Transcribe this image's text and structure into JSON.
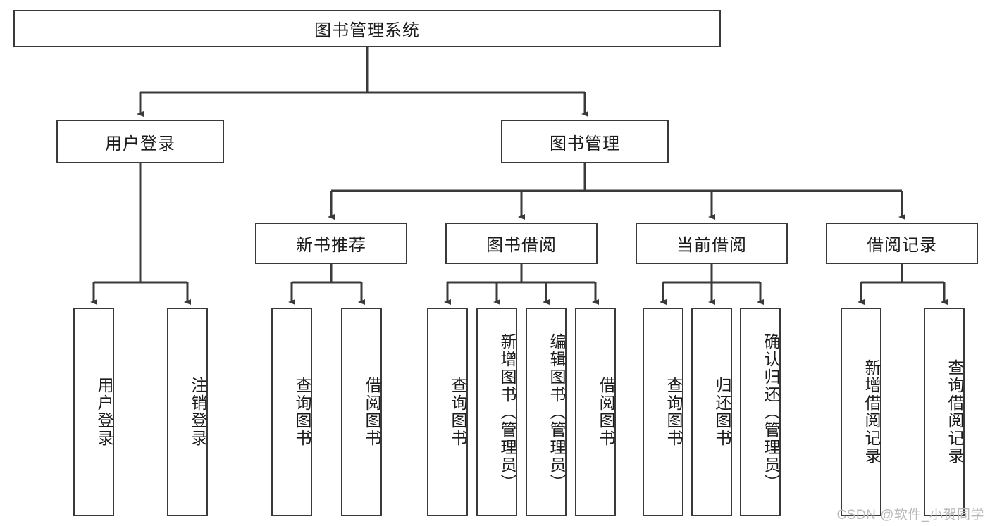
{
  "diagram": {
    "type": "tree-hierarchy",
    "title": "图书管理系统",
    "watermark": "CSDN @软件_小贺同学",
    "colors": {
      "box_border": "#3a3a3a",
      "box_fill": "#ffffff",
      "connector": "#3a3a3a",
      "text": "#1b1b1b",
      "watermark": "#b9b9b9",
      "background": "#ffffff"
    },
    "root": {
      "id": "root",
      "label": "图书管理系统",
      "orientation": "horizontal"
    },
    "level2": [
      {
        "id": "user-login",
        "label": "用户登录",
        "orientation": "horizontal"
      },
      {
        "id": "book-management",
        "label": "图书管理",
        "orientation": "horizontal"
      }
    ],
    "level3": [
      {
        "id": "new-book-recommend",
        "label": "新书推荐",
        "orientation": "horizontal",
        "parent": "book-management"
      },
      {
        "id": "book-borrow",
        "label": "图书借阅",
        "orientation": "horizontal",
        "parent": "book-management"
      },
      {
        "id": "current-borrow",
        "label": "当前借阅",
        "orientation": "horizontal",
        "parent": "book-management"
      },
      {
        "id": "borrow-record",
        "label": "借阅记录",
        "orientation": "horizontal",
        "parent": "book-management"
      }
    ],
    "leaves": [
      {
        "id": "leaf-user-login",
        "label": "用户登录",
        "parent": "user-login",
        "orientation": "vertical"
      },
      {
        "id": "leaf-user-logout",
        "label": "注销登录",
        "parent": "user-login",
        "orientation": "vertical"
      },
      {
        "id": "leaf-query-book-1",
        "label": "查询图书",
        "parent": "new-book-recommend",
        "orientation": "vertical"
      },
      {
        "id": "leaf-borrow-book-1",
        "label": "借阅图书",
        "parent": "new-book-recommend",
        "orientation": "vertical"
      },
      {
        "id": "leaf-query-book-2",
        "label": "查询图书",
        "parent": "book-borrow",
        "orientation": "vertical"
      },
      {
        "id": "leaf-add-book",
        "label": "新增图书（管理员）",
        "parent": "book-borrow",
        "orientation": "vertical"
      },
      {
        "id": "leaf-edit-book",
        "label": "编辑图书（管理员）",
        "parent": "book-borrow",
        "orientation": "vertical"
      },
      {
        "id": "leaf-borrow-book-2",
        "label": "借阅图书",
        "parent": "book-borrow",
        "orientation": "vertical"
      },
      {
        "id": "leaf-query-book-3",
        "label": "查询图书",
        "parent": "current-borrow",
        "orientation": "vertical"
      },
      {
        "id": "leaf-return-book",
        "label": "归还图书",
        "parent": "current-borrow",
        "orientation": "vertical"
      },
      {
        "id": "leaf-confirm-return",
        "label": "确认归还（管理员）",
        "parent": "current-borrow",
        "orientation": "vertical"
      },
      {
        "id": "leaf-add-record",
        "label": "新增借阅记录",
        "parent": "borrow-record",
        "orientation": "vertical"
      },
      {
        "id": "leaf-query-record",
        "label": "查询借阅记录",
        "parent": "borrow-record",
        "orientation": "vertical"
      }
    ]
  }
}
